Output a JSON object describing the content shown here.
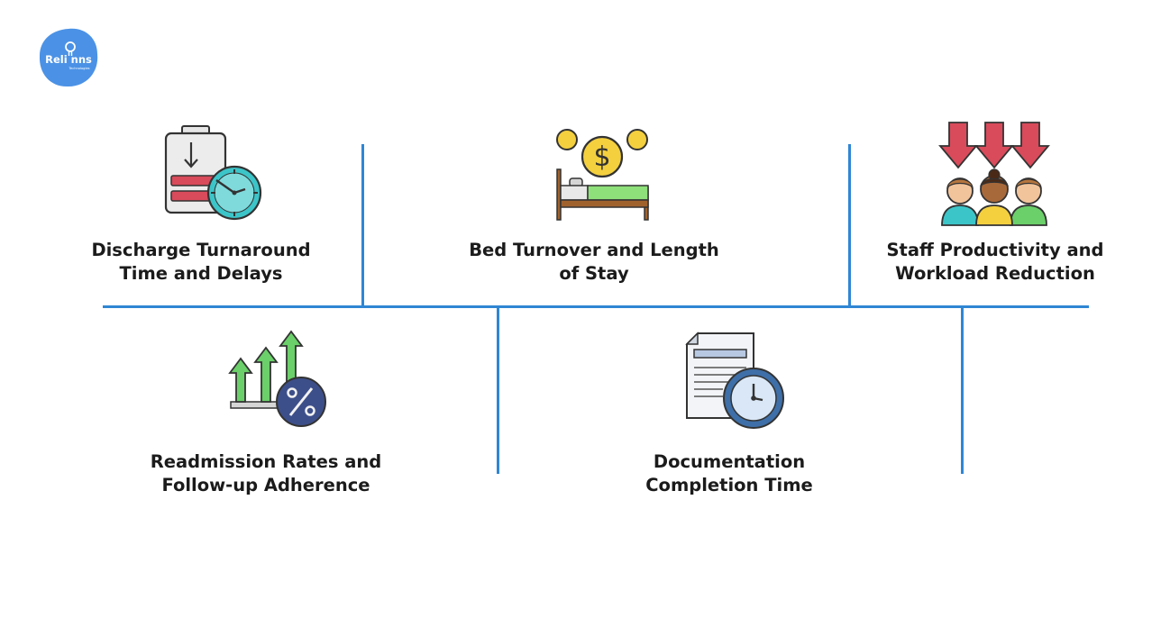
{
  "brand": {
    "name": "Reli nns",
    "tagline": "Technologies",
    "color": "#4b92e6"
  },
  "accent_color": "#2f86d4",
  "items": [
    {
      "label": "Discharge Turnaround Time and Delays",
      "icon": "battery-clock-icon"
    },
    {
      "label": "Bed Turnover and Length of Stay",
      "icon": "bed-coins-icon"
    },
    {
      "label": "Staff Productivity and Workload Reduction",
      "icon": "staff-arrows-down-icon"
    },
    {
      "label": "Readmission Rates and Follow-up Adherence",
      "icon": "growth-percent-icon"
    },
    {
      "label": "Documentation Completion Time",
      "icon": "document-clock-icon"
    }
  ]
}
